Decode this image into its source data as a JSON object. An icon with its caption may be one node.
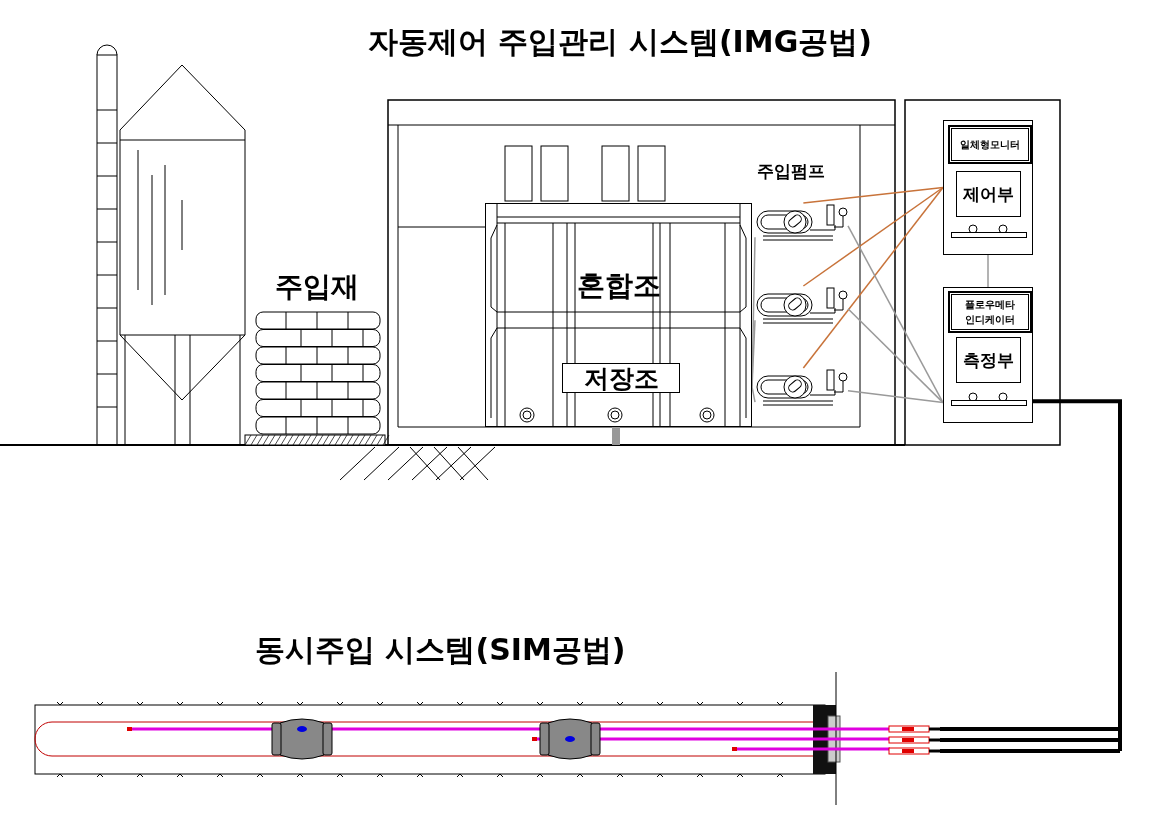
{
  "diagram": {
    "title": "자동제어 주입관리 시스템(IMG공법)",
    "nodes": [
      {
        "text": [],
        "shape": "box"
      },
      {
        "text": [
          "일체형모니터"
        ],
        "in": 0
      },
      {
        "text": [
          "제어부"
        ],
        "in": 0
      },
      {
        "text": [],
        "shape": "box"
      },
      {
        "text": [
          "플로우메타 인디케이터"
        ],
        "in": 3
      },
      {
        "text": [
          "측정부"
        ],
        "in": 3
      },
      {
        "text": [],
        "shape": "picture"
      },
      {
        "text": [],
        "shape": "picture"
      },
      {
        "text": [],
        "shape": "picture"
      },
      {
        "text": [],
        "shape": "picture"
      },
      {
        "text": [
          "혼합조"
        ]
      },
      {
        "text": [
          "저장조"
        ],
        "in": 10
      }
    ],
    "edges": [
      {
        "from": 0,
        "to": 3,
        "arrow": "none"
      },
      {
        "from": 0,
        "to": 6,
        "arrow": "none",
        "color": "#c8733a"
      },
      {
        "from": 0,
        "to": 7,
        "arrow": "none",
        "color": "#c8733a"
      },
      {
        "from": 0,
        "to": 8,
        "arrow": "none",
        "color": "#c8733a"
      },
      {
        "from": 6,
        "to": 3,
        "arrow": "none"
      },
      {
        "from": 7,
        "to": 3,
        "arrow": "none"
      },
      {
        "from": 8,
        "to": 3,
        "arrow": "none"
      },
      {
        "from": 10,
        "to": 6,
        "arrow": "none"
      },
      {
        "from": 10,
        "to": 7,
        "arrow": "none"
      },
      {
        "from": 10,
        "to": 8,
        "arrow": "none"
      },
      {
        "from": 3,
        "to": 9,
        "arrow": "none",
        "style": "thick",
        "color": "#000000"
      }
    ],
    "labels": [
      "주입재",
      "주입펌프",
      "동시주입 시스템(SIM공법)"
    ]
  }
}
